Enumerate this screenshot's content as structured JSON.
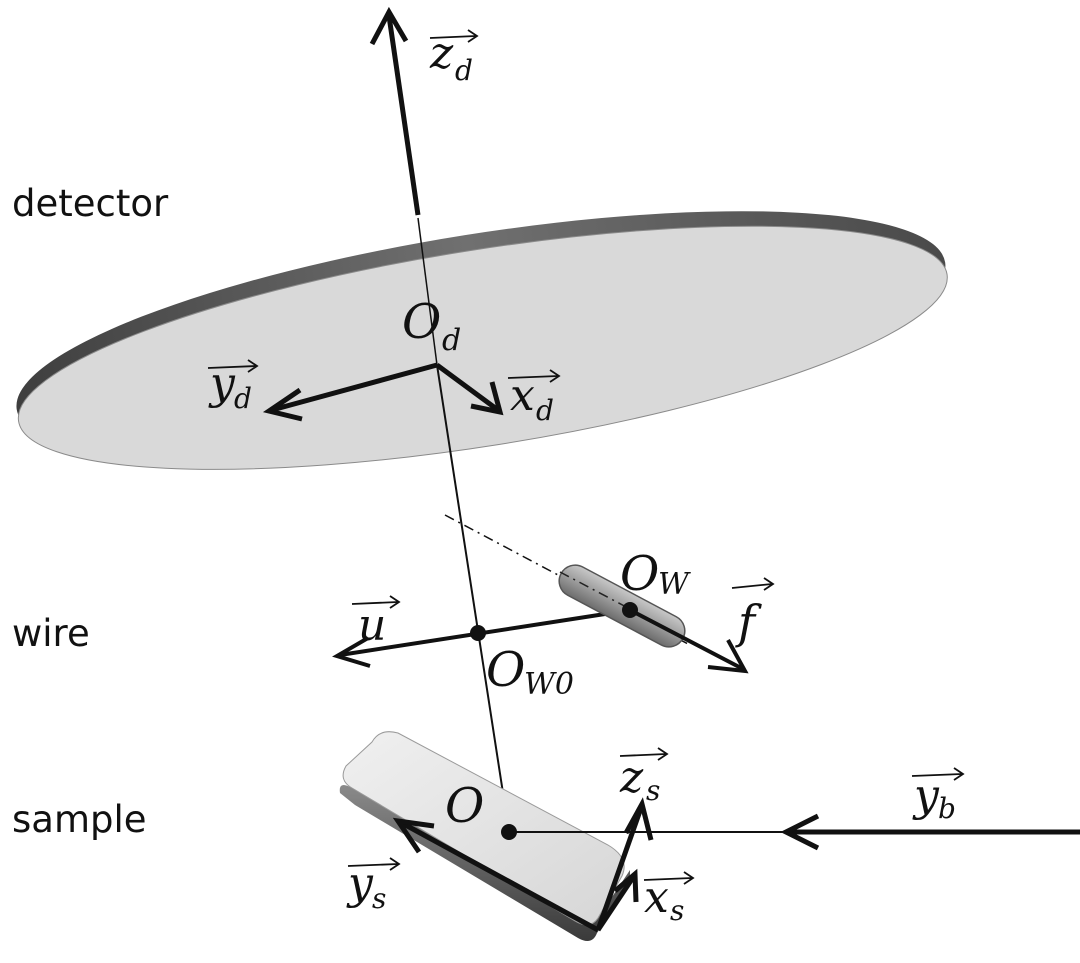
{
  "labels": {
    "detector": "detector",
    "wire": "wire",
    "sample": "sample"
  },
  "math": {
    "zd": {
      "base": "z",
      "sub": "d"
    },
    "yd": {
      "base": "y",
      "sub": "d"
    },
    "xd": {
      "base": "x",
      "sub": "d"
    },
    "Od": {
      "base": "O",
      "sub": "d"
    },
    "Ow": {
      "base": "O",
      "sub": "W"
    },
    "Ow0": {
      "base": "O",
      "sub": "W0"
    },
    "u": {
      "base": "u",
      "sub": ""
    },
    "f": {
      "base": "f",
      "sub": ""
    },
    "O": {
      "base": "O",
      "sub": ""
    },
    "zs": {
      "base": "z",
      "sub": "s"
    },
    "xs": {
      "base": "x",
      "sub": "s"
    },
    "ys": {
      "base": "y",
      "sub": "s"
    },
    "yb": {
      "base": "y",
      "sub": "b"
    }
  },
  "colors": {
    "ink": "#111111",
    "detector_face": "#d9d9d9",
    "detector_rim": "#5a5a5a",
    "wire_body": "#a8a8a8",
    "sample_face": "#e2e2e2",
    "sample_edge": "#6e6e6e"
  }
}
